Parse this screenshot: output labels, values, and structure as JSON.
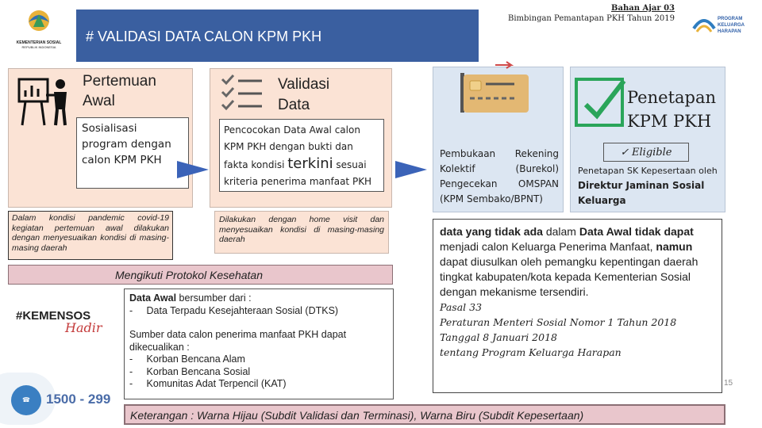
{
  "header": {
    "title": "# VALIDASI DATA CALON KPM PKH",
    "bahan_ajar": "Bahan Ajar 03",
    "subtitle": "Bimbingan Pemantapan PKH Tahun 2019",
    "logo_left_text": "KEMENTERIAN SOSIAL",
    "logo_left_sub": "REPUBLIK INDONESIA",
    "logo_right_text": "PROGRAM KELUARGA HARAPAN"
  },
  "step1": {
    "title": "Pertemuan Awal",
    "body": "Sosialisasi program dengan calon KPM PKH",
    "note": "Dalam kondisi pandemic covid-19 kegiatan pertemuan awal dilakukan dengan menyesuaikan kondisi di masing-masing daerah"
  },
  "step2": {
    "title": "Validasi Data",
    "body_a": "Pencocokan ",
    "body_b": "Data Awal calon KPM PKH dengan bukti dan fakta kondisi ",
    "body_big": "terkini",
    "body_c": " sesuai kriteria penerima manfaat PKH",
    "note": "Dilakukan dengan home visit dan menyesuaikan kondisi di masing-masing daerah"
  },
  "step3": {
    "body": "Pembukaan Rekening Kolektif (Burekol) Pengecekan OMSPAN (KPM Sembako/BPNT)"
  },
  "step4": {
    "title": "Penetapan KPM PKH",
    "badge": "Eligible",
    "body_a": "Penetapan SK Kepesertaan oleh ",
    "body_b": "Direktur Jaminan Sosial Keluarga"
  },
  "protokol": "Mengikuti Protokol Kesehatan",
  "sumber": {
    "l1_bold": "Data Awal",
    "l1_rest": " bersumber dari :",
    "l2": "-     Data Terpadu Kesejahteraan Sosial (DTKS)",
    "l3": "Sumber data calon penerima manfaat PKH dapat dikecualikan :",
    "l4": "-     Korban Bencana Alam",
    "l5": "-     Korban Bencana Sosial",
    "l6": "-     Komunitas Adat Terpencil (KAT)"
  },
  "right_text": {
    "p1": "data yang tidak ada",
    "p2": " dalam ",
    "p3": "Data Awal",
    "p4": "tidak dapat",
    "p5": " menjadi calon Keluarga Penerima Manfaat, ",
    "p6": "namun",
    "p7": " dapat diusulkan oleh pemangku kepentingan daerah tingkat kabupaten/kota kepada Kementerian Sosial dengan mekanisme tersendiri.",
    "ref1": "Pasal 33",
    "ref2": "Peraturan Menteri Sosial Nomor 1 Tahun 2018",
    "ref3": "Tanggal 8 Januari 2018",
    "ref4": "tentang Program Keluarga Harapan"
  },
  "footer": {
    "keterangan": "Keterangan : Warna Hijau (Subdit Validasi dan Terminasi), Warna Biru (Subdit Kepesertaan)",
    "hotline": "1500 - 299",
    "kemensos": "#KEMENSOS",
    "hadir": "Hadir",
    "page": "15"
  },
  "colors": {
    "title_bg": "#3a5fa0",
    "peach": "#fbe3d5",
    "blue": "#dce6f2",
    "pink": "#e9c6cc",
    "arrow": "#3b63b8",
    "check_green": "#2aa55a"
  }
}
